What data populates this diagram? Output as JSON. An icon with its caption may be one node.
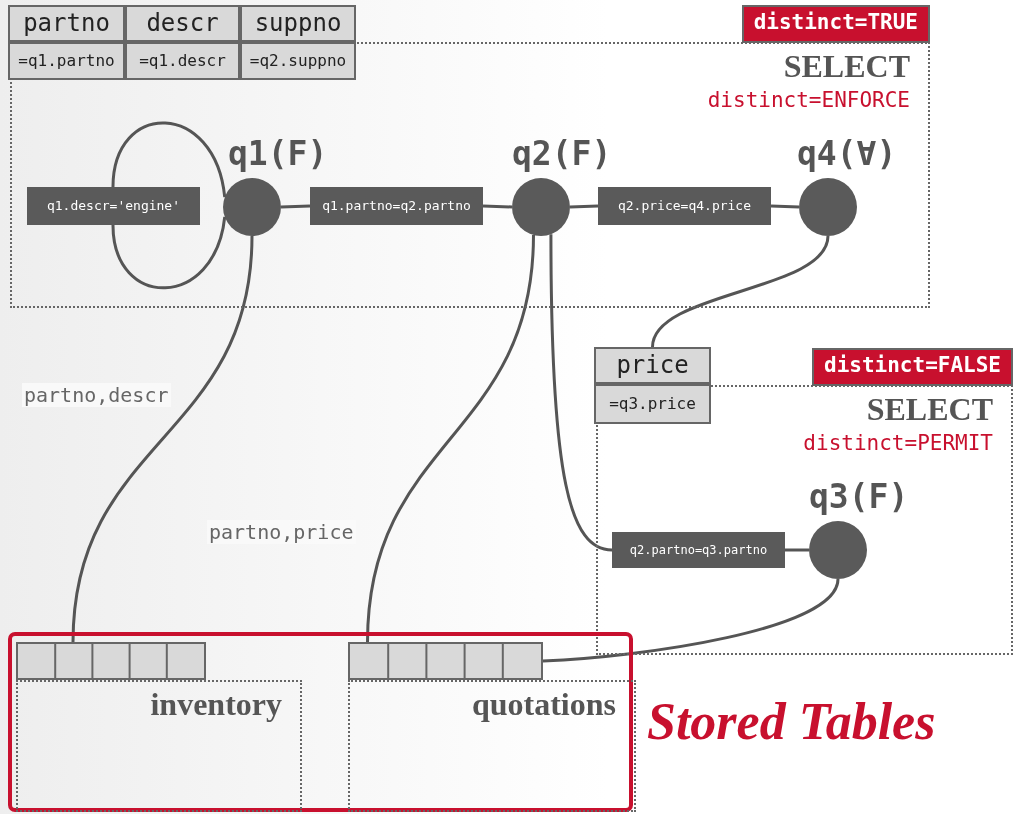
{
  "diagram": {
    "nodes": [
      {
        "text": [
          "distinct=TRUE",
          "SELECT",
          "distinct=ENFORCE"
        ]
      },
      {
        "text": [
          "partno",
          "descr",
          "suppno",
          "=q1.partno",
          "=q1.descr",
          "=q2.suppno"
        ]
      },
      {
        "text": [
          "q1(F)"
        ],
        "in": 0
      },
      {
        "text": [
          "q1.descr='engine'"
        ],
        "in": 0
      },
      {
        "text": [
          "q1.partno=q2.partno"
        ],
        "in": 0
      },
      {
        "text": [
          "q2(F)"
        ],
        "in": 0
      },
      {
        "text": [
          "q2.price=q4.price"
        ],
        "in": 0
      },
      {
        "text": [
          "q4(∀)"
        ],
        "in": 0
      },
      {
        "text": [
          "distinct=FALSE",
          "SELECT",
          "distinct=PERMIT"
        ]
      },
      {
        "text": [
          "price",
          "=q3.price"
        ]
      },
      {
        "text": [
          "q3(F)"
        ],
        "in": 8
      },
      {
        "text": [
          "q2.partno=q3.partno"
        ],
        "in": 8
      },
      {
        "text": [],
        "shape": "box",
        "beside": [
          "Stored Tables"
        ]
      },
      {
        "text": [
          "inventory"
        ],
        "in": 12
      },
      {
        "text": [],
        "shape": "bar",
        "in": 12
      },
      {
        "text": [
          "quotations"
        ],
        "in": 12
      },
      {
        "text": [],
        "shape": "bar",
        "in": 12
      }
    ],
    "edges": [
      {
        "from": 2,
        "to": 3,
        "arrow": "none"
      },
      {
        "from": 3,
        "to": 2,
        "arrow": "none"
      },
      {
        "from": 2,
        "to": 4,
        "arrow": "none"
      },
      {
        "from": 4,
        "to": 5,
        "arrow": "none"
      },
      {
        "from": 5,
        "to": 6,
        "arrow": "none"
      },
      {
        "from": 6,
        "to": 7,
        "arrow": "none"
      },
      {
        "from": 7,
        "to": 9,
        "arrow": "none"
      },
      {
        "from": 2,
        "to": 14,
        "label": "partno,descr",
        "arrow": "none"
      },
      {
        "from": 5,
        "to": 16,
        "label": "partno,price",
        "arrow": "none"
      },
      {
        "from": 5,
        "to": 11,
        "arrow": "none"
      },
      {
        "from": 11,
        "to": 10,
        "arrow": "none"
      },
      {
        "from": 10,
        "to": 16,
        "arrow": "none"
      }
    ]
  }
}
